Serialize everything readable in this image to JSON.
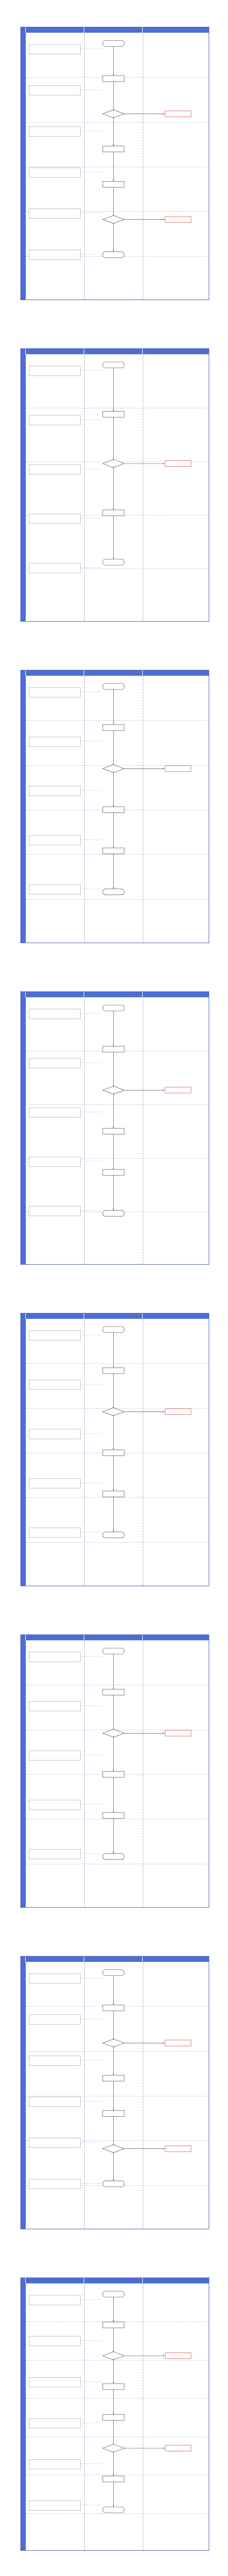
{
  "document": {
    "sections": [
      {
        "appendix": "",
        "title": "",
        "lanes": [
          "",
          "",
          ""
        ],
        "phases": [
          "",
          "",
          "",
          "",
          "",
          ""
        ],
        "nodes": [
          {
            "id": "n1",
            "label": ""
          },
          {
            "id": "n2",
            "label": ""
          },
          {
            "id": "n3",
            "label": ""
          },
          {
            "id": "n4",
            "label": ""
          },
          {
            "id": "n5",
            "label": ""
          },
          {
            "id": "n6",
            "label": ""
          },
          {
            "id": "n7",
            "label": ""
          }
        ],
        "notes": [
          "",
          "",
          "",
          "",
          "",
          ""
        ]
      },
      {
        "appendix": "",
        "title": "",
        "lanes": [
          "",
          "",
          ""
        ],
        "phases": [
          "",
          "",
          "",
          "",
          ""
        ],
        "nodes": [
          {
            "id": "n1",
            "label": ""
          },
          {
            "id": "n2",
            "label": ""
          },
          {
            "id": "n3",
            "label": ""
          },
          {
            "id": "n4",
            "label": ""
          },
          {
            "id": "n5",
            "label": ""
          }
        ],
        "notes": [
          "",
          "",
          "",
          "",
          ""
        ]
      },
      {
        "appendix": "",
        "title": "",
        "lanes": [
          "",
          "",
          ""
        ],
        "phases": [
          "",
          "",
          "",
          "",
          "",
          ""
        ],
        "nodes": [
          {
            "id": "n1",
            "label": ""
          },
          {
            "id": "n2",
            "label": ""
          },
          {
            "id": "n3",
            "label": ""
          },
          {
            "id": "n4",
            "label": ""
          },
          {
            "id": "n5",
            "label": ""
          },
          {
            "id": "n6",
            "label": ""
          }
        ],
        "notes": [
          "",
          "",
          "",
          "",
          ""
        ]
      },
      {
        "appendix": "",
        "title": "",
        "lanes": [
          "",
          "",
          ""
        ],
        "phases": [
          "",
          "",
          "",
          "",
          ""
        ],
        "nodes": [
          {
            "id": "n1",
            "label": ""
          },
          {
            "id": "n2",
            "label": ""
          },
          {
            "id": "n3",
            "label": ""
          },
          {
            "id": "n4",
            "label": ""
          },
          {
            "id": "n5",
            "label": ""
          },
          {
            "id": "n6",
            "label": ""
          }
        ],
        "notes": [
          "",
          "",
          "",
          "",
          ""
        ]
      },
      {
        "appendix": "",
        "title": "",
        "lanes": [
          "",
          "",
          ""
        ],
        "phases": [
          "",
          "",
          "",
          "",
          "",
          ""
        ],
        "nodes": [
          {
            "id": "n1",
            "label": ""
          },
          {
            "id": "n2",
            "label": ""
          },
          {
            "id": "n3",
            "label": ""
          },
          {
            "id": "n4",
            "label": ""
          },
          {
            "id": "n5",
            "label": ""
          },
          {
            "id": "n6",
            "label": ""
          }
        ],
        "notes": [
          "",
          "",
          "",
          "",
          ""
        ]
      },
      {
        "appendix": "",
        "title": "",
        "lanes": [
          "",
          "",
          ""
        ],
        "phases": [
          "",
          "",
          "",
          "",
          "",
          ""
        ],
        "nodes": [
          {
            "id": "n1",
            "label": ""
          },
          {
            "id": "n2",
            "label": ""
          },
          {
            "id": "n3",
            "label": ""
          },
          {
            "id": "n4",
            "label": ""
          },
          {
            "id": "n5",
            "label": ""
          },
          {
            "id": "n6",
            "label": ""
          }
        ],
        "notes": [
          "",
          "",
          "",
          "",
          ""
        ]
      },
      {
        "appendix": "",
        "title": "",
        "lanes": [
          "",
          "",
          ""
        ],
        "phases": [
          "",
          "",
          "",
          "",
          "",
          ""
        ],
        "nodes": [
          {
            "id": "n1",
            "label": ""
          },
          {
            "id": "n2",
            "label": ""
          },
          {
            "id": "n3",
            "label": ""
          },
          {
            "id": "n4",
            "label": ""
          },
          {
            "id": "n5",
            "label": ""
          },
          {
            "id": "n6",
            "label": ""
          },
          {
            "id": "n7",
            "label": ""
          }
        ],
        "notes": [
          "",
          "",
          "",
          "",
          "",
          ""
        ]
      },
      {
        "appendix": "",
        "title": "",
        "lanes": [
          "",
          "",
          ""
        ],
        "phases": [
          "",
          "",
          "",
          "",
          "",
          "",
          ""
        ],
        "nodes": [
          {
            "id": "n1",
            "label": ""
          },
          {
            "id": "n2",
            "label": ""
          },
          {
            "id": "n3",
            "label": ""
          },
          {
            "id": "n4",
            "label": ""
          },
          {
            "id": "n5",
            "label": ""
          },
          {
            "id": "n6",
            "label": ""
          },
          {
            "id": "n7",
            "label": ""
          },
          {
            "id": "n8",
            "label": ""
          }
        ],
        "notes": [
          "",
          "",
          "",
          "",
          "",
          ""
        ]
      }
    ]
  },
  "colors": {
    "lane_header": "#4d6ed1",
    "frame_border": "#5b6bb8",
    "node_stroke": "#333333",
    "arrow": "#333333",
    "highlight": "#cc2222"
  }
}
